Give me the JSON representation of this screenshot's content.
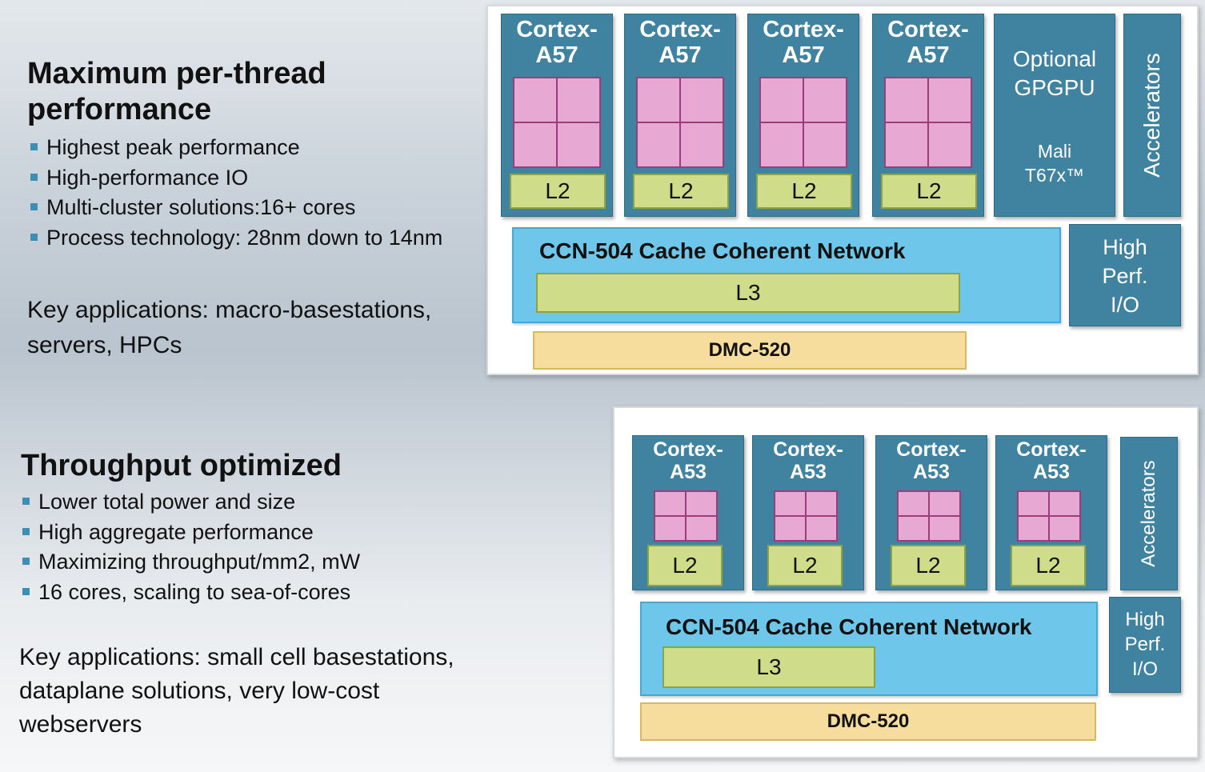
{
  "top_section": {
    "title_line1": "Maximum per-thread",
    "title_line2": "performance",
    "bullets": [
      "Highest peak performance",
      "High-performance IO",
      "Multi-cluster solutions:16+ cores",
      "Process technology: 28nm down to 14nm"
    ],
    "key_apps_line1": "Key applications:  macro-basestations,",
    "key_apps_line2": "servers, HPCs"
  },
  "bottom_section": {
    "title": "Throughput optimized",
    "bullets": [
      "Lower total power and size",
      "High aggregate performance",
      "Maximizing throughput/mm2, mW",
      "16 cores, scaling to sea-of-cores"
    ],
    "key_apps_line1": "Key applications: small cell basestations,",
    "key_apps_line2": "dataplane solutions, very low-cost",
    "key_apps_line3": "webservers"
  },
  "diagram_top": {
    "cores": [
      {
        "line1": "Cortex-",
        "line2": "A57",
        "l2": "L2"
      },
      {
        "line1": "Cortex-",
        "line2": "A57",
        "l2": "L2"
      },
      {
        "line1": "Cortex-",
        "line2": "A57",
        "l2": "L2"
      },
      {
        "line1": "Cortex-",
        "line2": "A57",
        "l2": "L2"
      }
    ],
    "gpgpu_line1": "Optional",
    "gpgpu_line2": "GPGPU",
    "mali_line1": "Mali",
    "mali_line2": "T67x™",
    "accelerators": "Accelerators",
    "ccn": "CCN-504 Cache Coherent Network",
    "l3": "L3",
    "io_line1": "High",
    "io_line2": "Perf.",
    "io_line3": "I/O",
    "dmc": "DMC-520"
  },
  "diagram_bottom": {
    "cores": [
      {
        "line1": "Cortex-",
        "line2": "A53",
        "l2": "L2"
      },
      {
        "line1": "Cortex-",
        "line2": "A53",
        "l2": "L2"
      },
      {
        "line1": "Cortex-",
        "line2": "A53",
        "l2": "L2"
      },
      {
        "line1": "Cortex-",
        "line2": "A53",
        "l2": "L2"
      }
    ],
    "accelerators": "Accelerators",
    "ccn": "CCN-504 Cache Coherent Network",
    "l3": "L3",
    "io_line1": "High",
    "io_line2": "Perf.",
    "io_line3": "I/O",
    "dmc": "DMC-520"
  },
  "colors": {
    "cluster_blue": "#3f83a1",
    "ccn_cyan": "#6ec6ea",
    "cache_green": "#cfdc8a",
    "core_pink": "#e7a9d3",
    "dmc_yellow": "#f7dd9d",
    "bullet_blue": "#3c8fb4"
  }
}
